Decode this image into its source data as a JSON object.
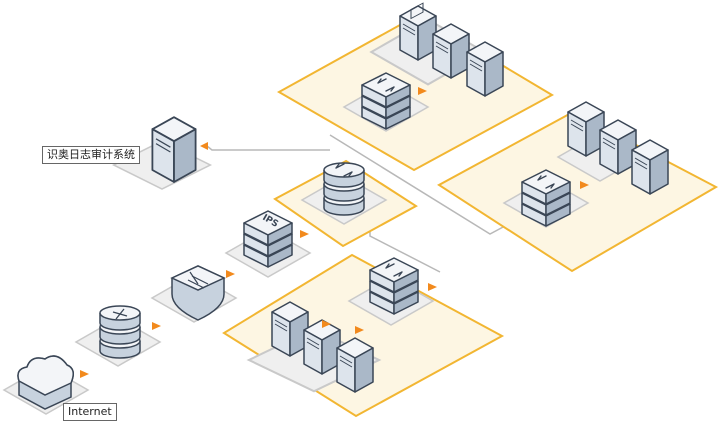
{
  "labels": {
    "log_audit": "识奥日志审计系统",
    "internet": "Internet",
    "ips_text": "IPS"
  },
  "colors": {
    "zone_stroke": "#f2b632",
    "zone_fill": "#fdf6e3",
    "pad_fill": "#efefef",
    "pad_stroke": "#c9c9c9",
    "device_top": "#f3f5f8",
    "device_left": "#dde4ec",
    "device_right": "#aab8c8",
    "outline": "#3a4656",
    "arrow": "#f28a1d",
    "link_line": "#b8b8b8"
  },
  "icons": [
    "cloud-icon",
    "router-icon",
    "firewall-icon",
    "ips-icon",
    "core-switch-icon",
    "switch-icon",
    "server-icon"
  ]
}
